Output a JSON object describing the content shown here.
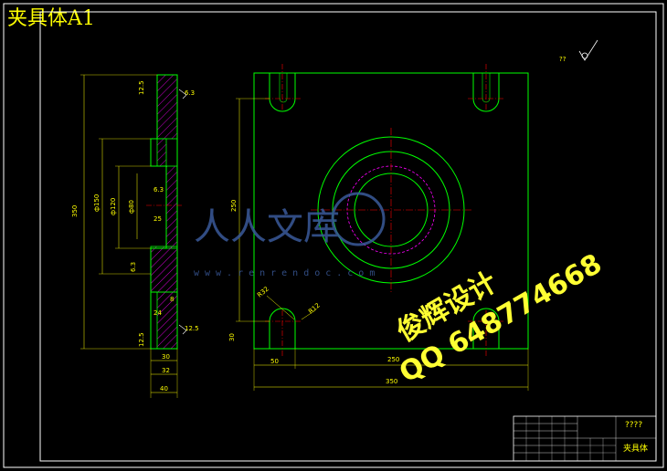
{
  "drawing": {
    "title": "夹具体A1",
    "roughness_note": "??",
    "dimensions": {
      "left_height": "350",
      "d150": "ф150",
      "d120": "ф120",
      "d80": "ф80",
      "r125_top": "12.5",
      "r125_bot": "12.5",
      "thickness_30": "30",
      "thickness_32": "32",
      "thickness_40": "40",
      "small_25": "25",
      "small_24": "24",
      "small_8": "8",
      "ra63_a": "6.3",
      "ra63_b": "6.3",
      "ra63_c": "6.3",
      "ra125": "12.5",
      "right_height": "250",
      "right_small": "30",
      "bottom_50": "50",
      "bottom_250": "250",
      "bottom_350": "350",
      "r32": "R32",
      "r12": "R12"
    },
    "watermark": {
      "brand_chars": "人人文库",
      "url": "www.renrendoc.com",
      "designer": "俊辉设计",
      "qq": "QQ 648774668"
    },
    "title_block": {
      "code": "????",
      "name": "夹具体"
    }
  }
}
